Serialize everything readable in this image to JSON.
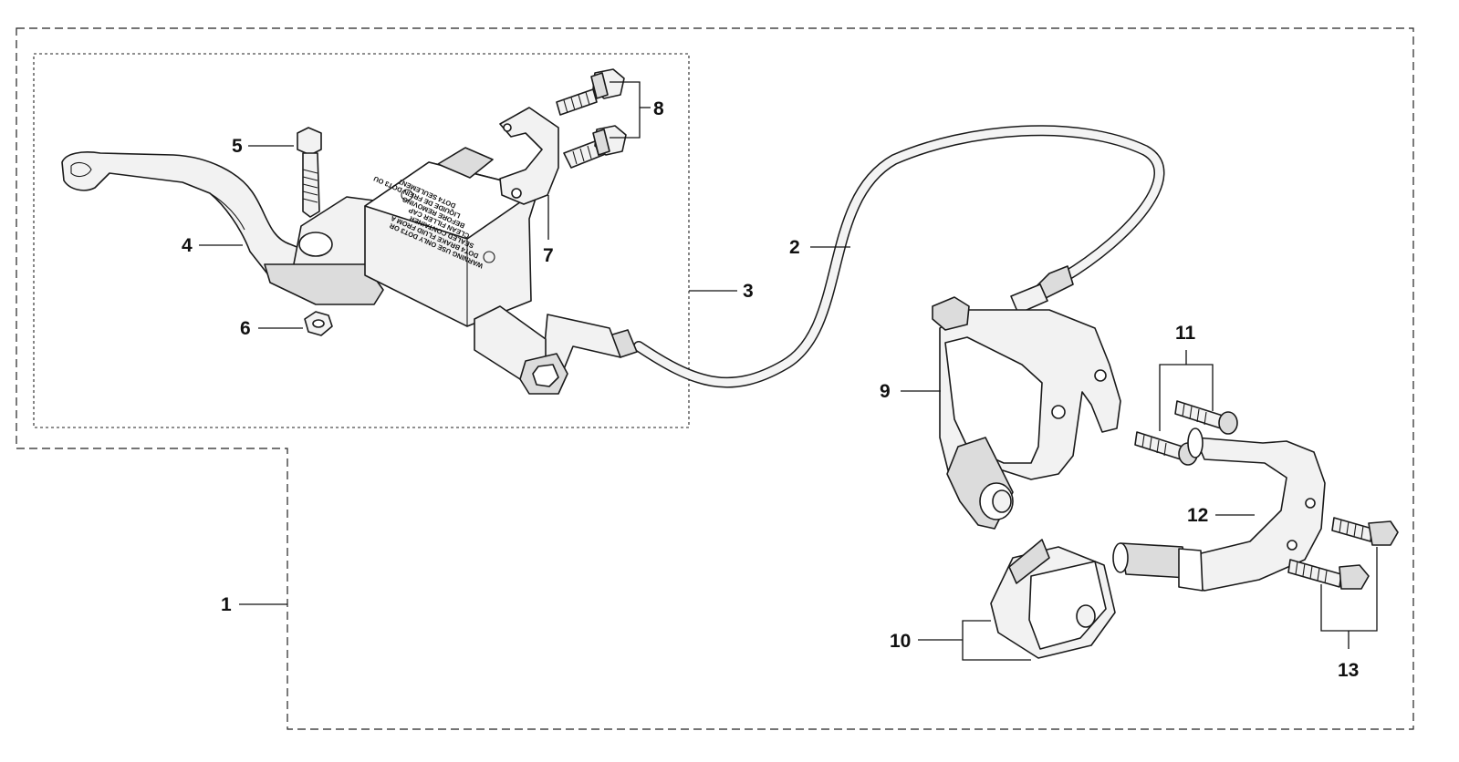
{
  "callouts": {
    "c1": "1",
    "c2": "2",
    "c3": "3",
    "c4": "4",
    "c5": "5",
    "c6": "6",
    "c7": "7",
    "c8": "8",
    "c9": "9",
    "c10": "10",
    "c11": "11",
    "c12": "12",
    "c13": "13"
  },
  "reservoir_label": {
    "lines": [
      "WARNING USE ONLY DOT3 OR",
      "DOT4 BRAKE FLUID FROM A",
      "SEALED CONTAINER",
      "CLEAN FILLER CAP",
      "BEFORE REMOVING",
      "LIQUIDE DE FREIN DOT3 OU",
      "DOT4 SEULEMENT"
    ]
  }
}
